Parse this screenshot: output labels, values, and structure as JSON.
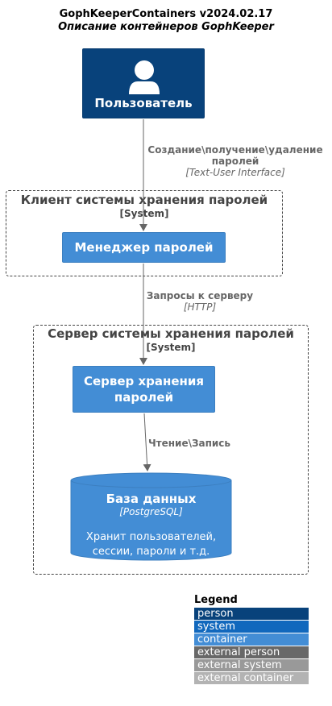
{
  "diagram": {
    "title": "GophKeeperContainers v2024.02.17",
    "subtitle": "Описание контейнеров GophKeeper"
  },
  "person": {
    "name": "Пользователь",
    "icon": "user-icon"
  },
  "relations": [
    {
      "label_line1": "Создание\\получение\\удаление",
      "label_line2": "паролей",
      "tech": "[Text-User Interface]"
    },
    {
      "label": "Запросы к серверу",
      "tech": "[HTTP]"
    },
    {
      "label": "Чтение\\Запись"
    }
  ],
  "client_boundary": {
    "title": "Клиент системы хранения паролей",
    "type": "[System]",
    "container": {
      "name": "Менеджер паролей"
    }
  },
  "server_boundary": {
    "title": "Сервер системы хранения паролей",
    "type": "[System]",
    "container": {
      "name_line1": "Сервер хранения",
      "name_line2": "паролей"
    },
    "database": {
      "name": "База данных",
      "tech": "[PostgreSQL]",
      "desc_line1": "Хранит пользователей,",
      "desc_line2": "сессии, пароли и т.д."
    }
  },
  "legend": {
    "title": "Legend",
    "items": [
      {
        "label": "person",
        "color": "#08427b"
      },
      {
        "label": "system",
        "color": "#1168bd"
      },
      {
        "label": "container",
        "color": "#438dd5"
      },
      {
        "label": "external person",
        "color": "#686868"
      },
      {
        "label": "external system",
        "color": "#999999"
      },
      {
        "label": "external container",
        "color": "#b3b3b3"
      }
    ]
  }
}
